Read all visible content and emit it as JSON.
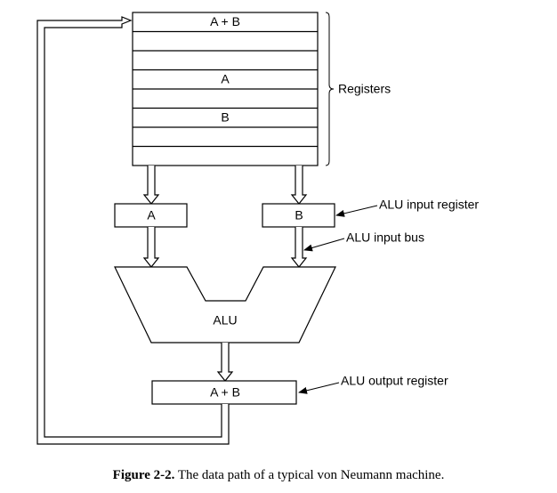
{
  "registers": {
    "rows": [
      "A + B",
      "",
      "",
      "A",
      "",
      "B",
      "",
      ""
    ],
    "label": "Registers"
  },
  "alu_input_registers": {
    "left": "A",
    "right": "B"
  },
  "alu": {
    "label": "ALU"
  },
  "alu_output_register": {
    "value": "A + B"
  },
  "callouts": {
    "alu_input_register": "ALU input register",
    "alu_input_bus": "ALU input bus",
    "alu_output_register": "ALU output register"
  },
  "caption": {
    "figure": "Figure 2-2.",
    "text": "The data path of a typical von Neumann machine."
  }
}
